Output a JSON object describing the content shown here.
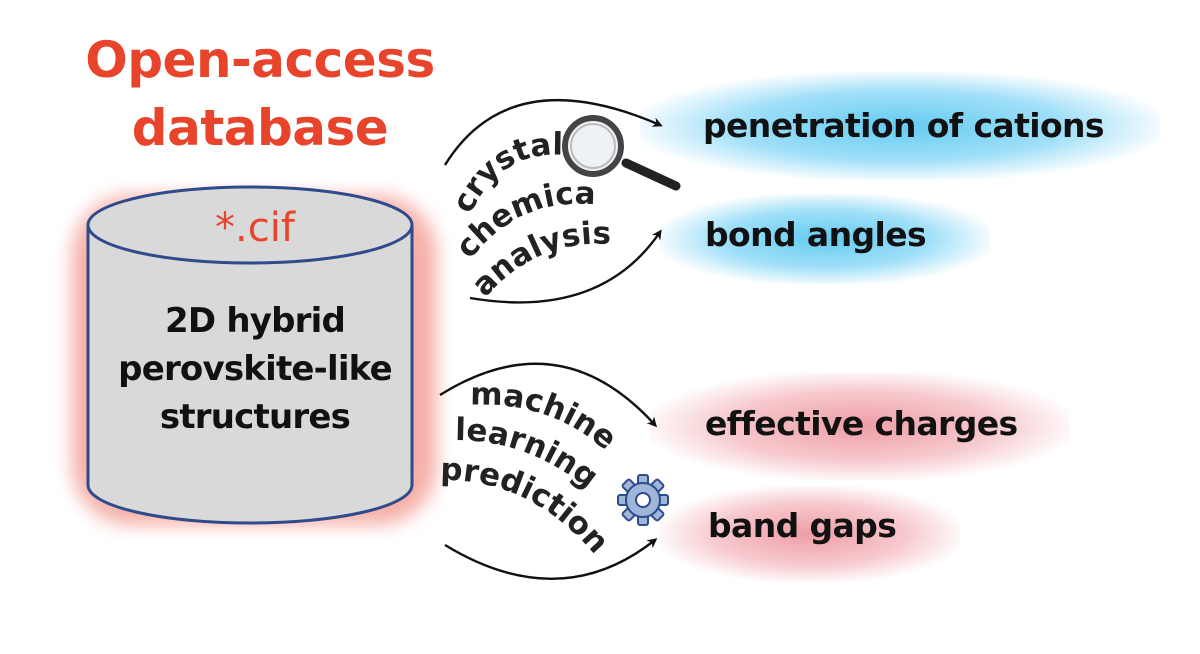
{
  "title": {
    "line1": "Open-access",
    "line2": "database"
  },
  "database": {
    "file_label": "*.cif",
    "lines": [
      "2D hybrid",
      "perovskite-like",
      "structures"
    ]
  },
  "analysis": {
    "top_label": [
      "crystal",
      "chemical",
      "analysis"
    ],
    "bottom_label": [
      "machine",
      "learning",
      "prediction"
    ]
  },
  "results": {
    "penetration": "penetration of cations",
    "bond_angles": "bond angles",
    "effective_charges": "effective charges",
    "band_gaps": "band gaps"
  },
  "colors": {
    "accent_red": "#e8442b",
    "cylinder_fill": "#d9d9d9",
    "cylinder_stroke": "#2f4b8c",
    "glow_blue": "#5cc8f0",
    "glow_red": "#ec8c96"
  },
  "icons": {
    "magnifier": "magnifying-glass-icon",
    "gear": "gear-icon"
  }
}
